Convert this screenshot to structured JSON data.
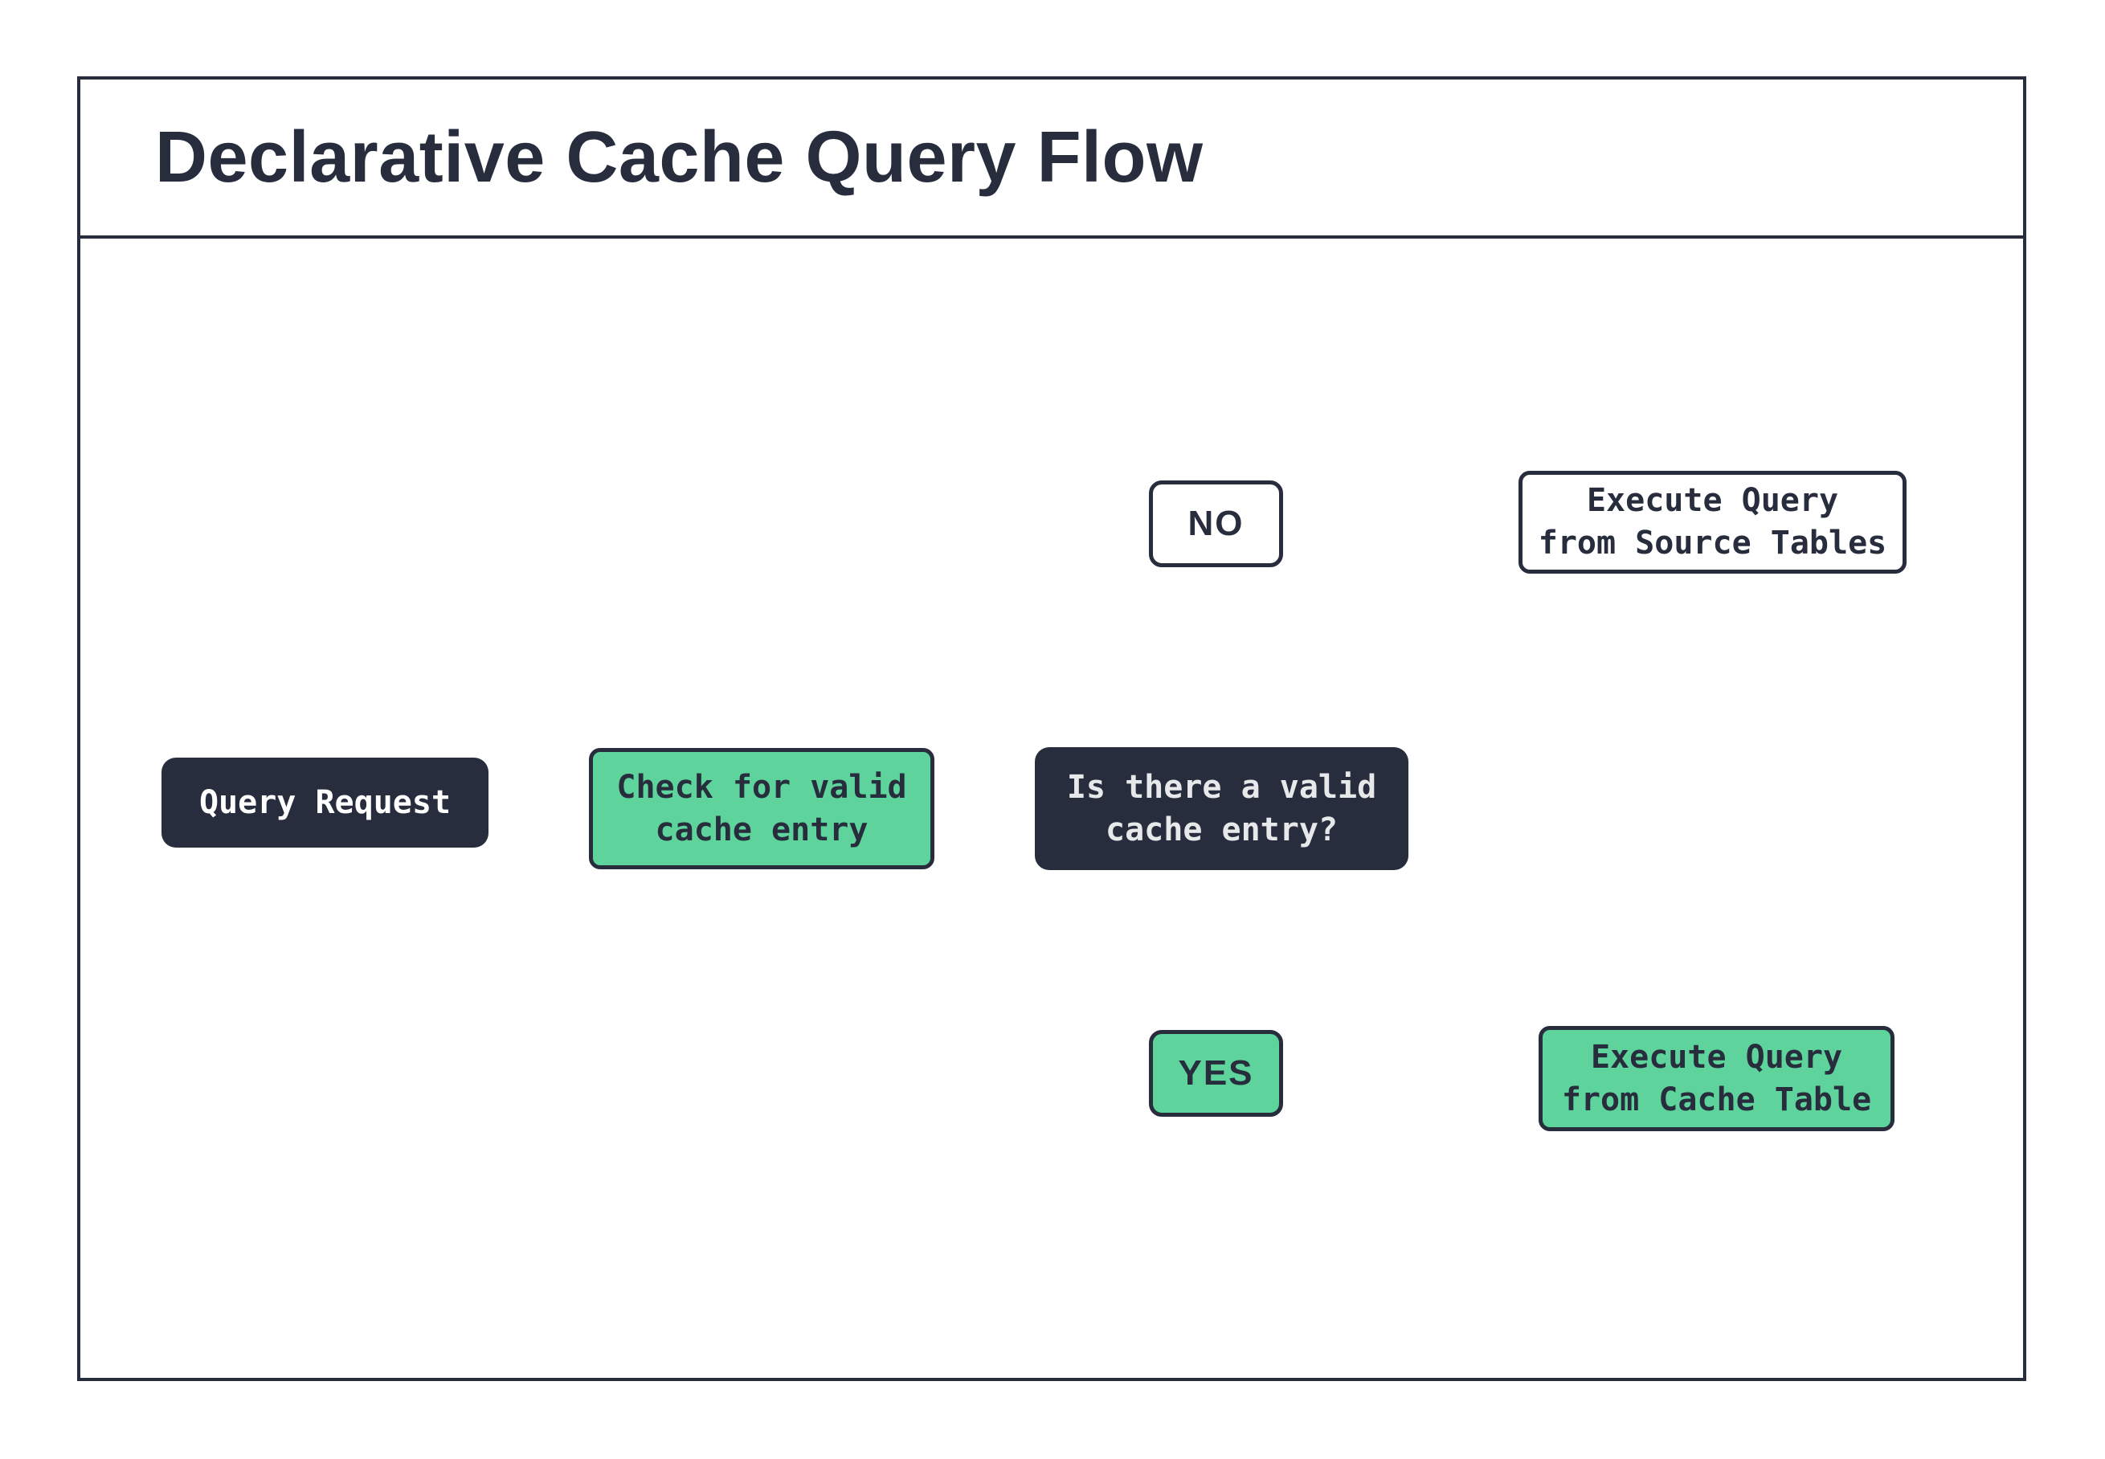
{
  "title": "Declarative Cache Query Flow",
  "colors": {
    "navy": "#272d3d",
    "green": "#5ed49c",
    "light_text": "#e7e8ea",
    "white": "#ffffff"
  },
  "nodes": {
    "query_request": "Query Request",
    "check_cache": "Check for valid\ncache entry",
    "decision": "Is there a valid\ncache entry?",
    "no": "NO",
    "yes": "YES",
    "execute_source": "Execute Query\nfrom Source Tables",
    "execute_cache": "Execute Query\nfrom Cache Table"
  }
}
